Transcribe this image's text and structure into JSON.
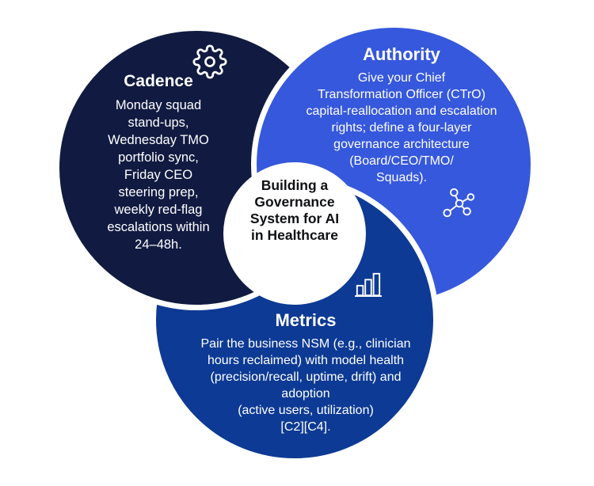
{
  "title": "Building a Governance System for AI in Healthcare",
  "colors": {
    "cadence_fill": "#111b41",
    "authority_fill": "#3658dc",
    "metrics_fill": "#0d3a94",
    "separator_stroke": "#ffffff",
    "center_bg": "#ffffff",
    "center_text": "#0f1013",
    "section_text": "#ffffff"
  },
  "center": {
    "title": "Building a\nGovernance\nSystem for AI\nin Healthcare"
  },
  "sections": {
    "cadence": {
      "title": "Cadence",
      "icon": "gear-icon",
      "body": "Monday squad\nstand-ups,\nWednesday TMO\nportfolio sync,\nFriday CEO\nsteering prep,\nweekly red-flag\nescalations within\n24–48h."
    },
    "authority": {
      "title": "Authority",
      "icon": "molecule-icon",
      "body": "Give your Chief\nTransformation Officer (CTrO)\ncapital-reallocation and escalation\nrights; define a four-layer\ngovernance architecture\n(Board/CEO/TMO/\nSquads)."
    },
    "metrics": {
      "title": "Metrics",
      "icon": "bar-chart-icon",
      "body": "Pair the business NSM (e.g., clinician\nhours reclaimed) with model health\n(precision/recall, uptime, drift) and\nadoption\n(active users, utilization)\n[C2][C4]."
    }
  }
}
